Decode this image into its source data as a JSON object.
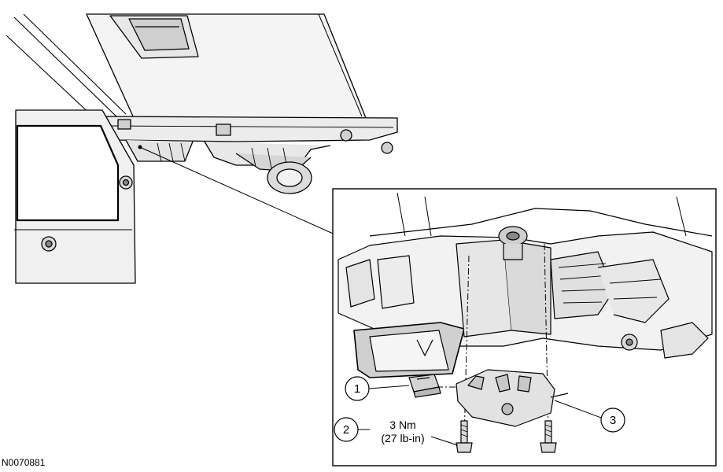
{
  "figure_id": "N0070881",
  "callouts": [
    {
      "number": "1"
    },
    {
      "number": "2",
      "torque_metric": "3 Nm",
      "torque_imperial": "(27 lb-in)"
    },
    {
      "number": "3"
    }
  ],
  "colors": {
    "line": "#000000",
    "shade_light": "#f2f2f2",
    "shade_mid": "#d9d9d9",
    "shade_dark": "#a6a6a6",
    "background": "#ffffff"
  }
}
